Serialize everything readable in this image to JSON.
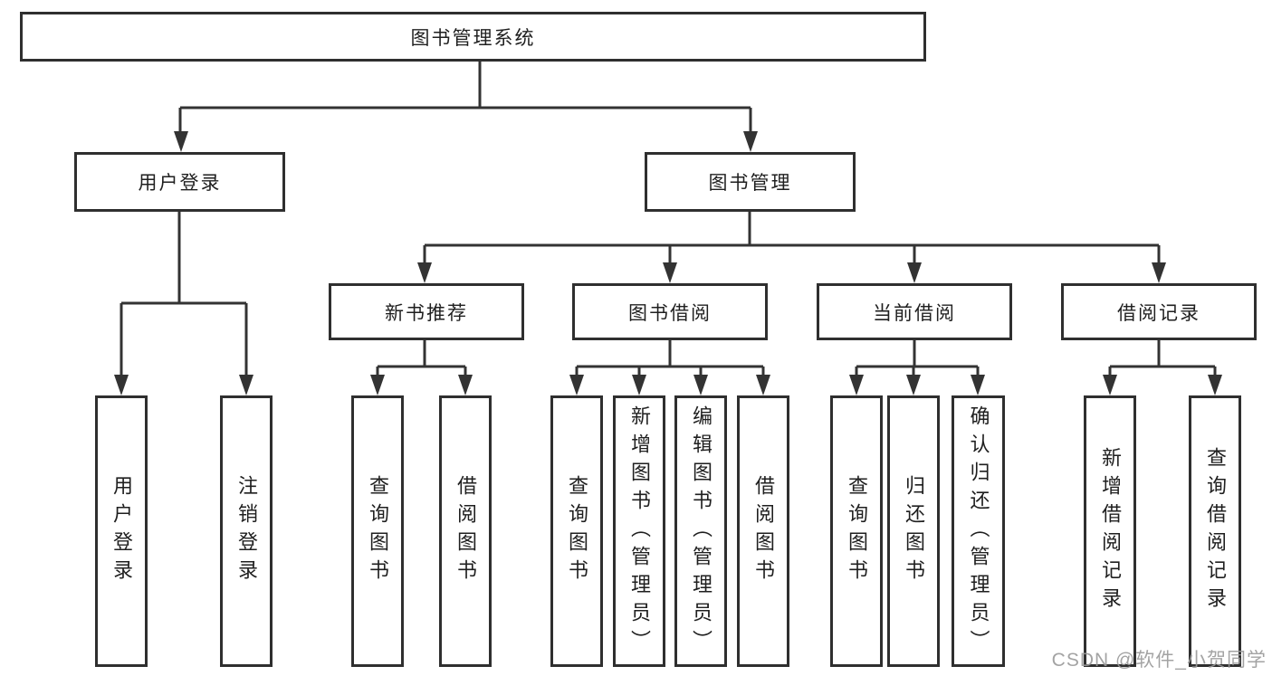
{
  "tree": {
    "root": {
      "label": "图书管理系统"
    },
    "level2": [
      {
        "label": "用户登录",
        "children": [
          {
            "label": "用户登录"
          },
          {
            "label": "注销登录"
          }
        ]
      },
      {
        "label": "图书管理",
        "children": [
          {
            "label": "新书推荐",
            "children": [
              {
                "label": "查询图书"
              },
              {
                "label": "借阅图书"
              }
            ]
          },
          {
            "label": "图书借阅",
            "children": [
              {
                "label": "查询图书"
              },
              {
                "label": "新增图书（管理员）"
              },
              {
                "label": "编辑图书（管理员）"
              },
              {
                "label": "借阅图书"
              }
            ]
          },
          {
            "label": "当前借阅",
            "children": [
              {
                "label": "查询图书"
              },
              {
                "label": "归还图书"
              },
              {
                "label": "确认归还（管理员）"
              }
            ]
          },
          {
            "label": "借阅记录",
            "children": [
              {
                "label": "新增借阅记录"
              },
              {
                "label": "查询借阅记录"
              }
            ]
          }
        ]
      }
    ]
  },
  "watermark": {
    "text": "CSDN @软件_小贺同学"
  },
  "colors": {
    "line": "#333333",
    "box_border": "#2f2f2f",
    "text": "#1f1f1f",
    "watermark": "#9a9a9a",
    "background": "#ffffff"
  }
}
